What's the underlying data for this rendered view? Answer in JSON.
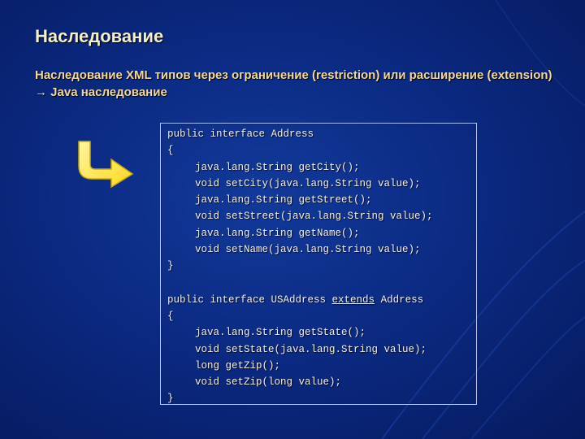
{
  "slide": {
    "title": "Наследование",
    "subtitle_part1": "Наследование XML типов через ограничение (restriction) или расширение (extension) ",
    "subtitle_arrow": "→",
    "subtitle_part2": " Java наследование"
  },
  "code": {
    "block1": {
      "header": "public interface Address",
      "open": "{",
      "lines": [
        "java.lang.String getCity();",
        "void setCity(java.lang.String value);",
        "java.lang.String getStreet();",
        "void setStreet(java.lang.String value);",
        "java.lang.String getName();",
        "void setName(java.lang.String value);"
      ],
      "close": "}"
    },
    "block2": {
      "header_prefix": "public interface USAddress ",
      "header_keyword": "extends",
      "header_suffix": " Address",
      "open": "{",
      "lines": [
        "java.lang.String getState();",
        "void setState(java.lang.String value);",
        "long getZip();",
        "void setZip(long value);"
      ],
      "close": "}"
    }
  },
  "colors": {
    "background": "#0b2a82",
    "title": "#f2eed0",
    "subtitle": "#f4d79a",
    "code_text": "#f3f1e3",
    "arrow_fill": "#ffe84a"
  },
  "icons": {
    "bent_arrow": "bent-down-right-arrow-icon",
    "inline_arrow": "right-arrow-icon"
  }
}
